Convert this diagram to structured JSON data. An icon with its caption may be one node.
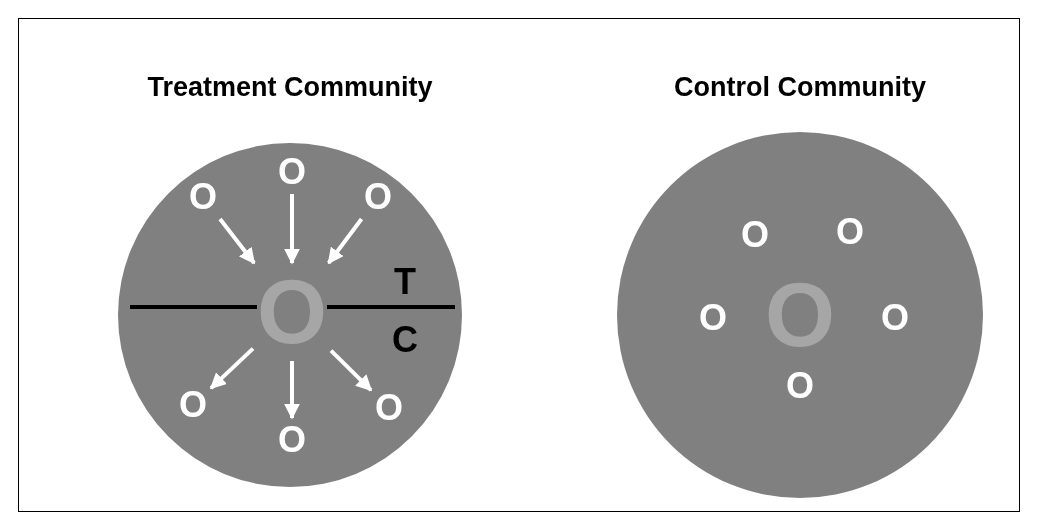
{
  "diagram": {
    "nodes": [
      {
        "text": [
          "Treatment Community"
        ]
      },
      {
        "text": [
          "O"
        ],
        "in": 0
      },
      {
        "text": [
          "O"
        ],
        "in": 0
      },
      {
        "text": [
          "O"
        ],
        "in": 0
      },
      {
        "text": [
          "O"
        ],
        "in": 0
      },
      {
        "text": [
          "O"
        ],
        "in": 0
      },
      {
        "text": [
          "O"
        ],
        "in": 0
      },
      {
        "text": [
          "O"
        ],
        "in": 0
      },
      {
        "text": [
          "Control Community"
        ]
      },
      {
        "text": [
          "O"
        ],
        "in": 8
      },
      {
        "text": [
          "O"
        ],
        "in": 8
      },
      {
        "text": [
          "O"
        ],
        "in": 8
      },
      {
        "text": [
          "O"
        ],
        "in": 8
      },
      {
        "text": [
          "O"
        ],
        "in": 8
      },
      {
        "text": [
          "O"
        ],
        "in": 8
      }
    ],
    "edges": [
      {
        "from": 1,
        "to": 4,
        "arrow": "to"
      },
      {
        "from": 2,
        "to": 4,
        "arrow": "to"
      },
      {
        "from": 3,
        "to": 4,
        "arrow": "to"
      },
      {
        "from": 4,
        "to": 5,
        "arrow": "to"
      },
      {
        "from": 4,
        "to": 6,
        "arrow": "to"
      },
      {
        "from": 4,
        "to": 7,
        "arrow": "to"
      }
    ],
    "labels": [
      "T",
      "C"
    ]
  }
}
